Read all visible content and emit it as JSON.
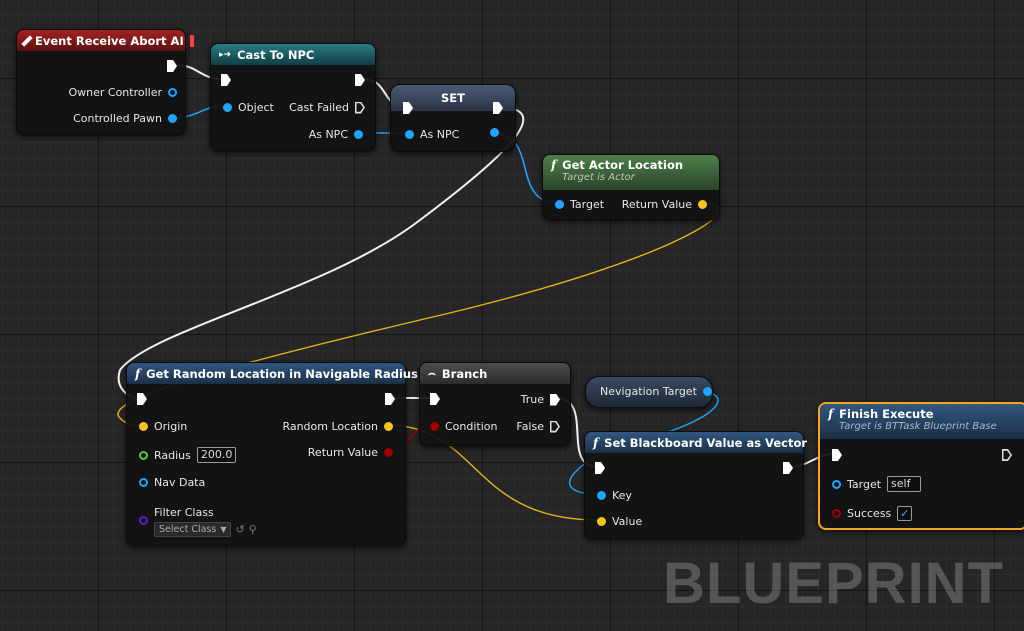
{
  "colors": {
    "event_header": "#8c1c1c",
    "cast_header": "#1f5e66",
    "pure_header": "#3c6a3c",
    "func_header": "#284a6e",
    "object_pin": "#1da5ff",
    "vector_pin": "#f4c51a",
    "float_pin": "#4dcc3f",
    "bool_pin": "#a00000",
    "class_pin": "#5a1fd1",
    "selected_outline": "#f5a623"
  },
  "event_node": {
    "title": "Event Receive Abort AI",
    "owner_controller": "Owner Controller",
    "controlled_pawn": "Controlled Pawn"
  },
  "cast_node": {
    "title": "Cast To NPC",
    "object": "Object",
    "cast_failed": "Cast Failed",
    "as_npc": "As NPC"
  },
  "set_node": {
    "title": "SET",
    "as_npc": "As NPC"
  },
  "get_location_node": {
    "title": "Get Actor Location",
    "subtitle": "Target is Actor",
    "target": "Target",
    "return_value": "Return Value"
  },
  "random_location_node": {
    "title": "Get Random Location in Navigable Radius",
    "origin": "Origin",
    "radius": "Radius",
    "radius_value": "200.0",
    "nav_data": "Nav Data",
    "filter_class": "Filter Class",
    "select_class": "Select Class",
    "random_location": "Random Location",
    "return_value": "Return Value"
  },
  "branch_node": {
    "title": "Branch",
    "condition": "Condition",
    "true": "True",
    "false": "False"
  },
  "nav_target_node": {
    "label": "Nevigation Target"
  },
  "set_bb_node": {
    "title": "Set Blackboard Value as Vector",
    "key": "Key",
    "value": "Value"
  },
  "finish_node": {
    "title": "Finish Execute",
    "subtitle": "Target is BTTask Blueprint Base",
    "target": "Target",
    "target_value": "self",
    "success": "Success"
  },
  "watermark": "BLUEPRINT"
}
